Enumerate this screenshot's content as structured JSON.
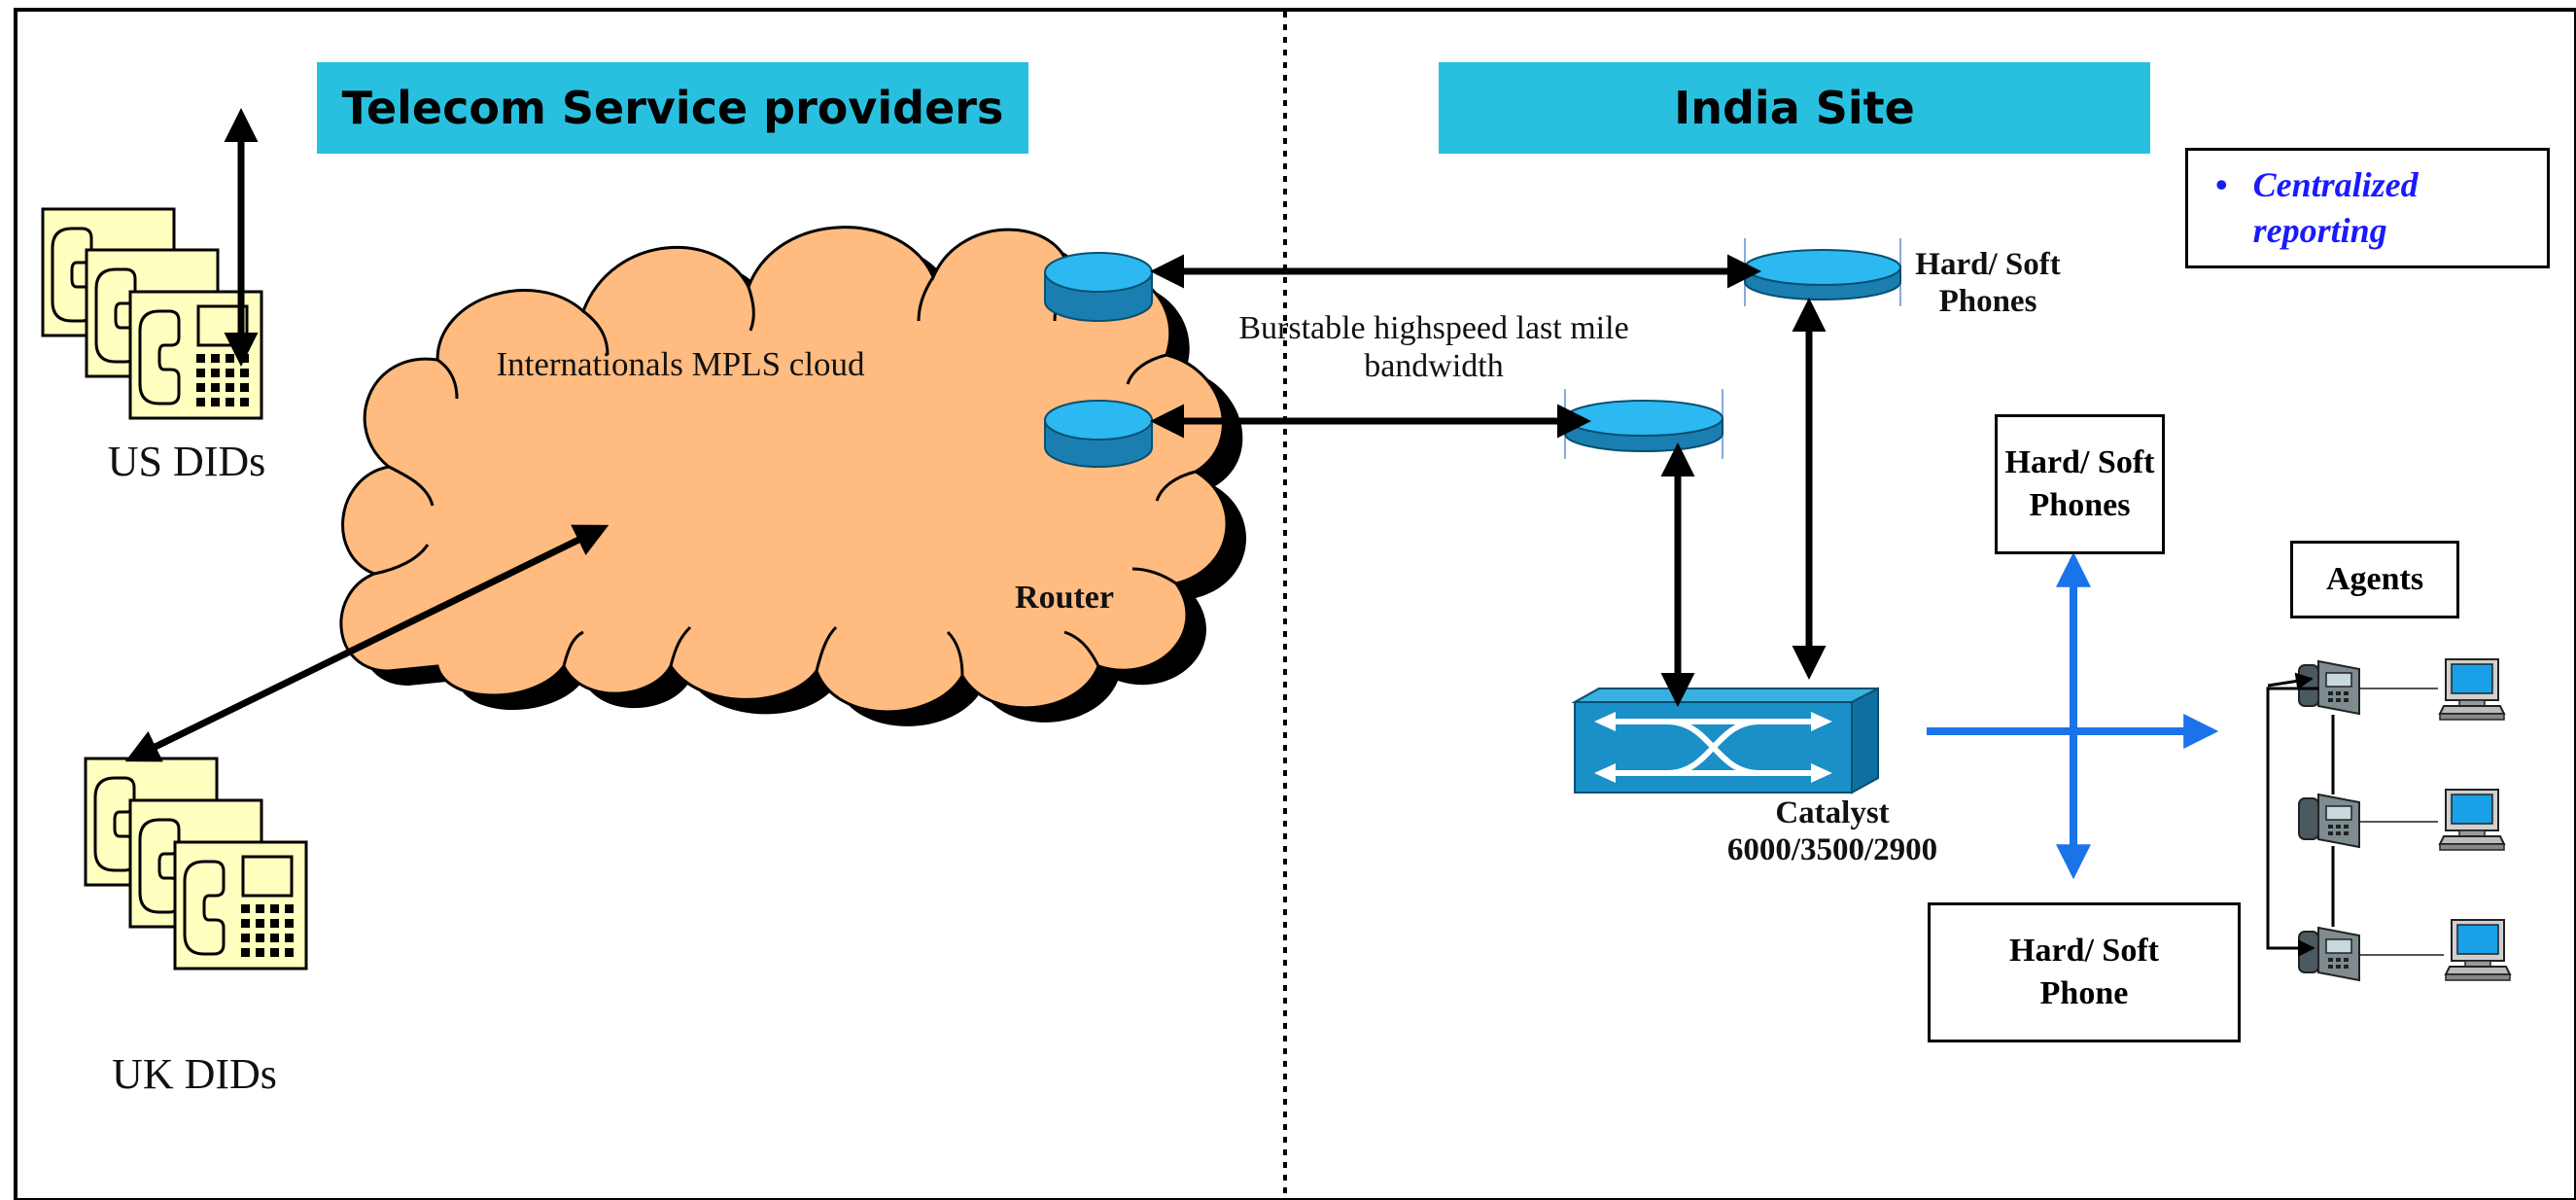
{
  "headers": {
    "telecom": "Telecom Service providers",
    "india": "India Site"
  },
  "labels": {
    "us_dids": "US DIDs",
    "uk_dids": "UK DIDs",
    "cloud": "Internationals MPLS cloud",
    "router": "Router",
    "bandwidth_line1": "Burstable highspeed last mile",
    "bandwidth_line2": "bandwidth",
    "hs_phones_top_line1": "Hard/ Soft",
    "hs_phones_top_line2": "Phones",
    "catalyst_line1": "Catalyst",
    "catalyst_line2": "6000/3500/2900"
  },
  "boxes": {
    "centralized_line1": "Centralized",
    "centralized_line2": "reporting",
    "hs_phones_mid_line1": "Hard/ Soft",
    "hs_phones_mid_line2": "Phones",
    "hs_phone_bottom_line1": "Hard/ Soft",
    "hs_phone_bottom_line2": "Phone",
    "agents": "Agents"
  },
  "colors": {
    "header_bg": "#29c0e0",
    "cloud_fill": "#ffbb80",
    "router_fill": "#1a9fd8",
    "switch_fill": "#1a8fc8",
    "blue_arrow": "#1a73e8",
    "phone_fill": "#ffffc0",
    "centralized_text": "#1a1aff"
  }
}
